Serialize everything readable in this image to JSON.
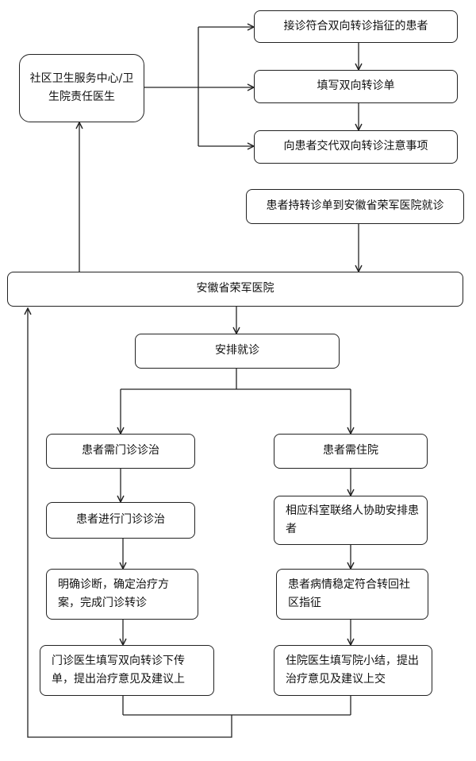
{
  "nodes": {
    "community": "社区卫生服务中心/卫生院责任医生",
    "referral_indication": "接诊符合双向转诊指征的患者",
    "fill_form": "填写双向转诊单",
    "explain_notes": "向患者交代双向转诊注意事项",
    "patient_visit": "患者持转诊单到安徽省荣军医院就诊",
    "hospital": "安徽省荣军医院",
    "arrange": "安排就诊",
    "outpatient_need": "患者需门诊诊治",
    "inpatient_need": "患者需住院",
    "outpatient_treat": "患者进行门诊诊治",
    "dept_contact": "相应科室联络人协助安排患者",
    "diagnosis": "明确诊断，确定治疗方案，完成门诊转诊",
    "stable": "患者病情稳定符合转回社区指征",
    "outpatient_form": "门诊医生填写双向转诊下传单，提出治疗意见及建议上",
    "discharge_summary": "住院医生填写院小结，提出治疗意见及建议上交"
  }
}
